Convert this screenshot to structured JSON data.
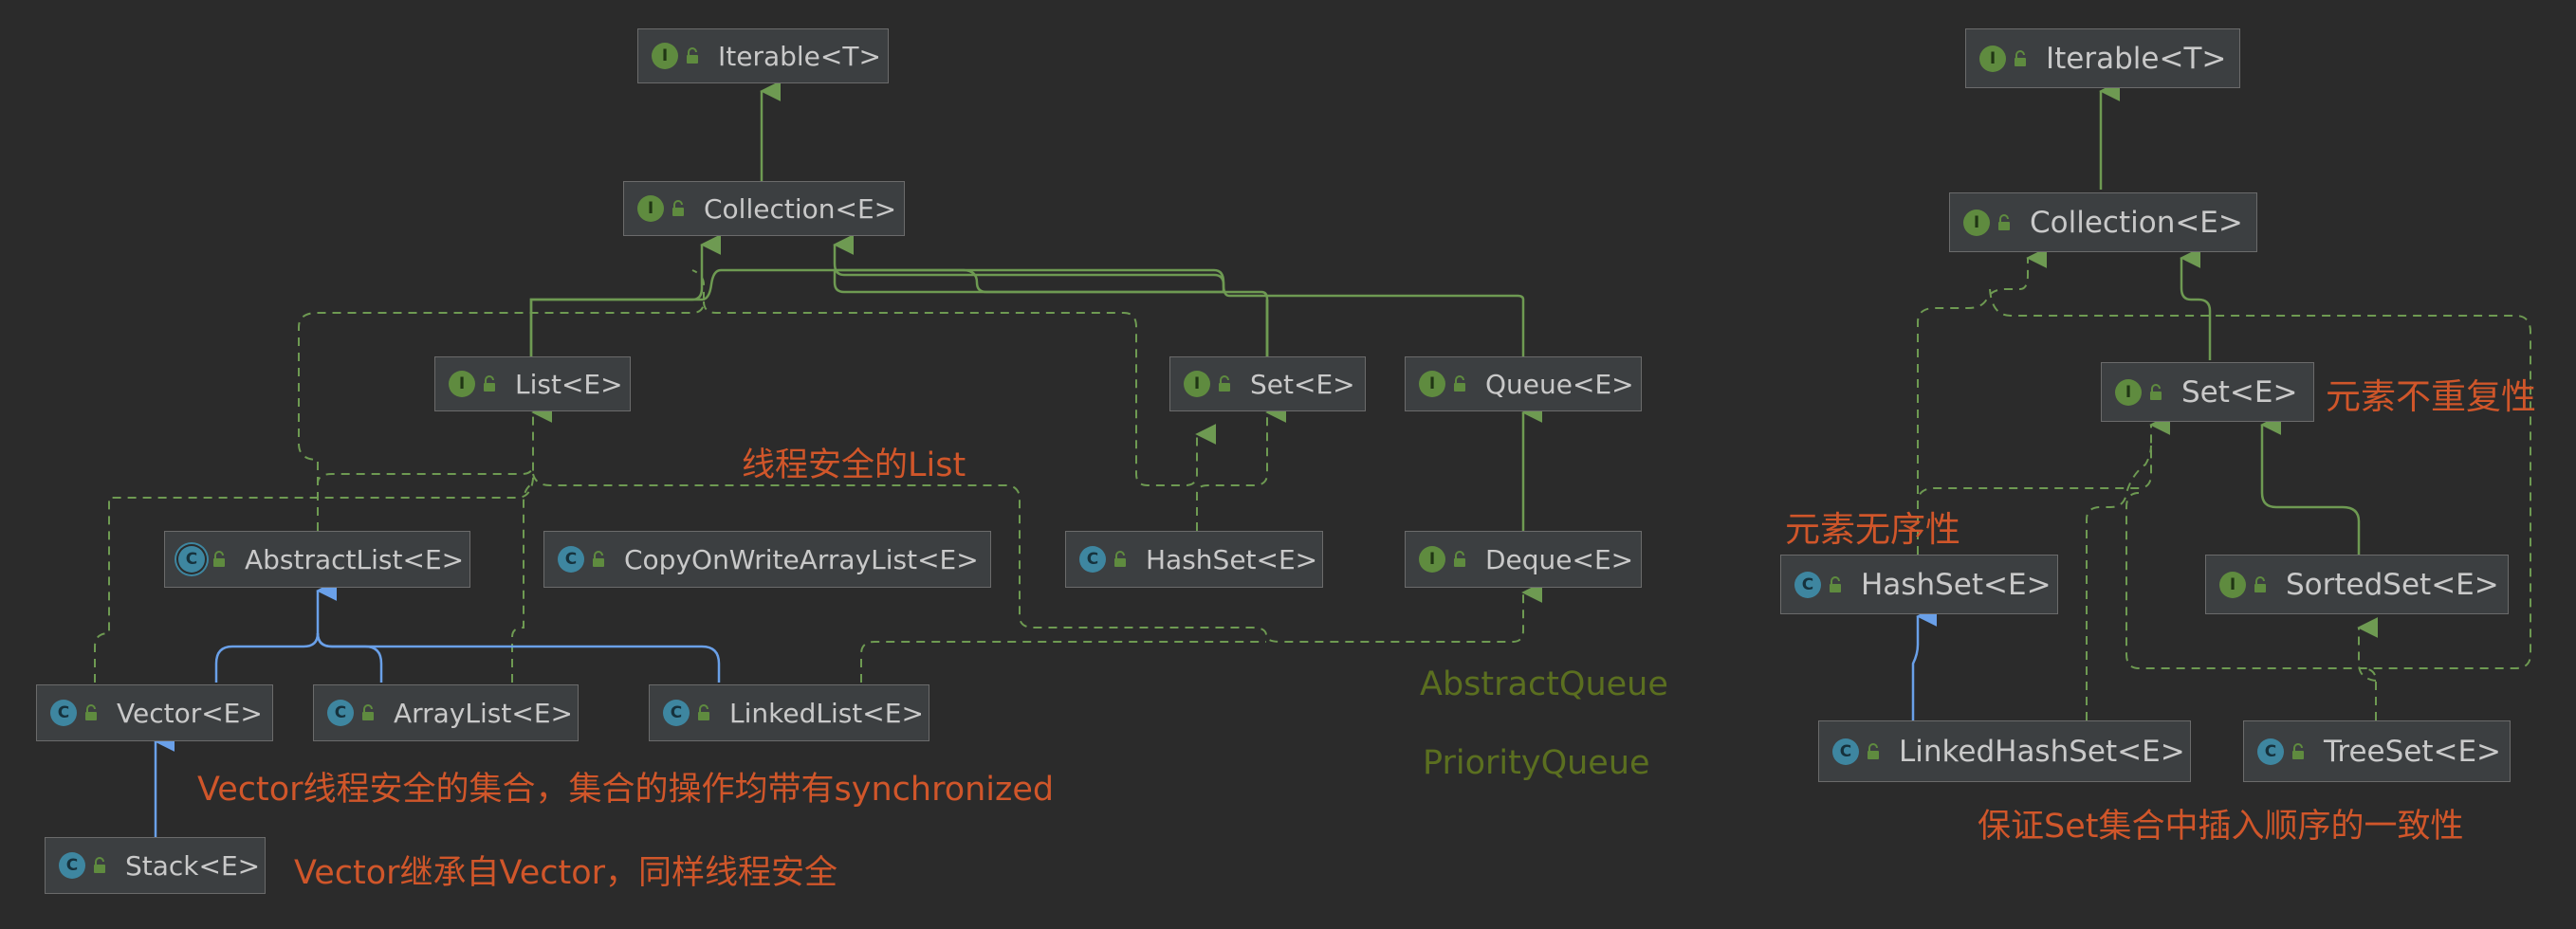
{
  "colors": {
    "background": "#2b2b2b",
    "node_fill": "#3c3f41",
    "node_border": "#6b6b6b",
    "node_text": "#c9c9c9",
    "extends_interface_edge": "#6e9a52",
    "extends_class_edge": "#6aa0e8",
    "implements_edge": "#6e9a52",
    "annotation": "#d0562a",
    "annotation_muted": "#5b6f20"
  },
  "nodes": {
    "iterable_left": "Iterable<T>",
    "collection_left": "Collection<E>",
    "list": "List<E>",
    "set_left": "Set<E>",
    "queue": "Queue<E>",
    "abstractlist": "AbstractList<E>",
    "cowal": "CopyOnWriteArrayList<E>",
    "hashset_left": "HashSet<E>",
    "deque": "Deque<E>",
    "vector": "Vector<E>",
    "arraylist": "ArrayList<E>",
    "linkedlist": "LinkedList<E>",
    "stack": "Stack<E>",
    "iterable_right": "Iterable<T>",
    "collection_right": "Collection<E>",
    "set_right": "Set<E>",
    "hashset_right": "HashSet<E>",
    "sortedset": "SortedSet<E>",
    "linkedhashset": "LinkedHashSet<E>",
    "treeset": "TreeSet<E>"
  },
  "badge_letters": {
    "interface": "I",
    "class": "C"
  },
  "annotations": {
    "threadsafe_list": "线程安全的List",
    "vector_note": "Vector线程安全的集合，集合的操作均带有synchronized",
    "stack_note": "Vector继承自Vector，同样线程安全",
    "abstract_queue": "AbstractQueue",
    "priority_queue": "PriorityQueue",
    "unique_elements": "元素不重复性",
    "unordered": "元素无序性",
    "insertion_order": "保证Set集合中插入顺序的一致性"
  }
}
